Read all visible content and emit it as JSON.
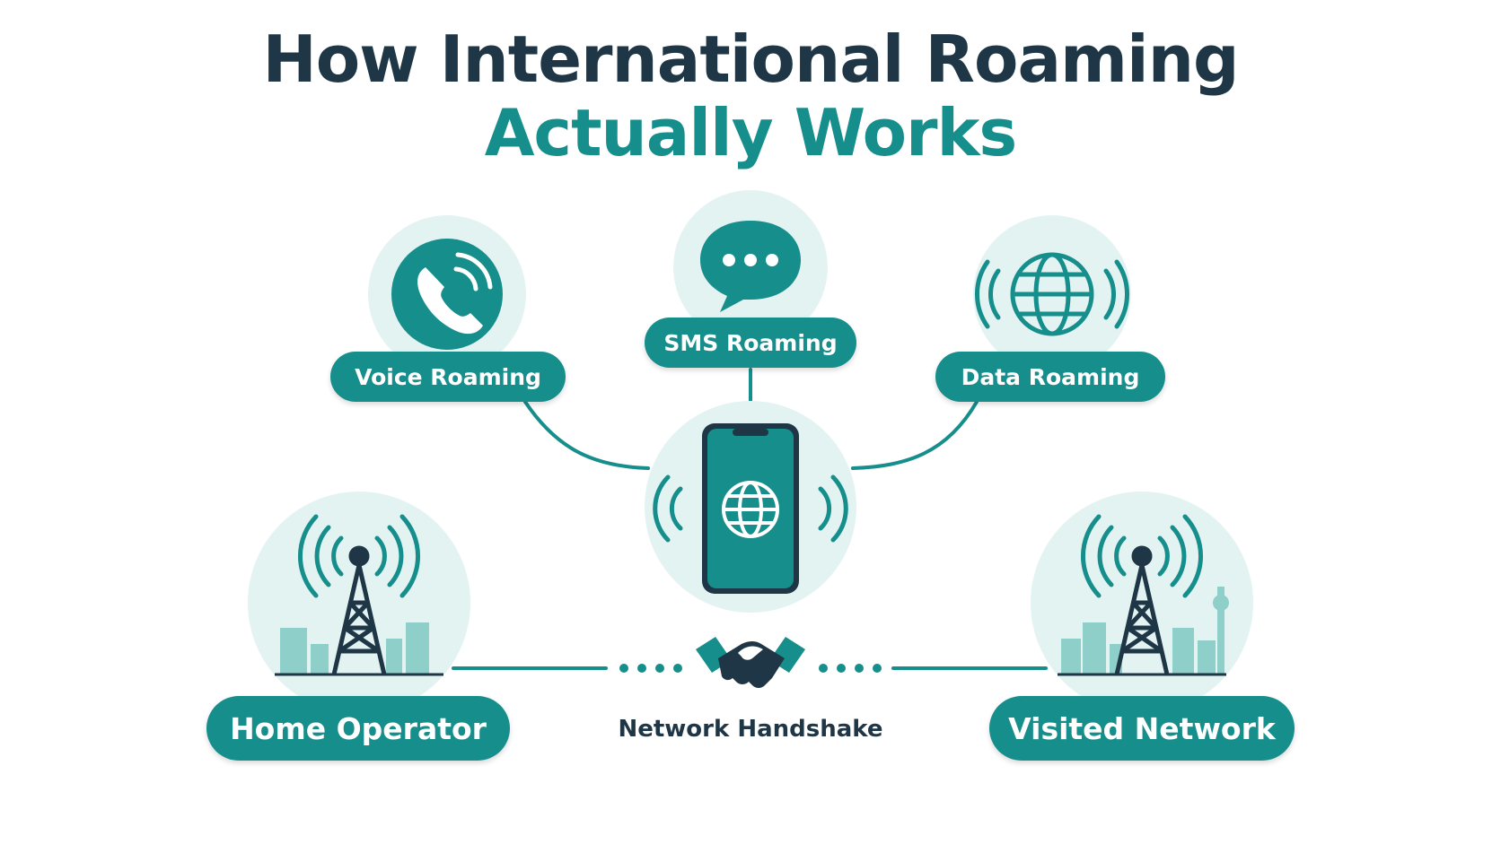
{
  "title": {
    "line1": "How International Roaming",
    "line2": "Actually Works"
  },
  "services": {
    "voice": {
      "label": "Voice Roaming",
      "icon": "phone-icon"
    },
    "sms": {
      "label": "SMS Roaming",
      "icon": "chat-bubble-icon"
    },
    "data": {
      "label": "Data Roaming",
      "icon": "globe-icon"
    }
  },
  "center": {
    "icon": "smartphone-globe-icon"
  },
  "operators": {
    "home": {
      "label": "Home Operator",
      "icon": "cell-tower-icon"
    },
    "visited": {
      "label": "Visited Network",
      "icon": "cell-tower-icon"
    }
  },
  "handshake": {
    "label": "Network Handshake",
    "icon": "handshake-icon"
  },
  "colors": {
    "teal": "#168e8c",
    "teal_light": "#e3f3f2",
    "navy": "#1e3645",
    "city": "#8fcfc9"
  }
}
